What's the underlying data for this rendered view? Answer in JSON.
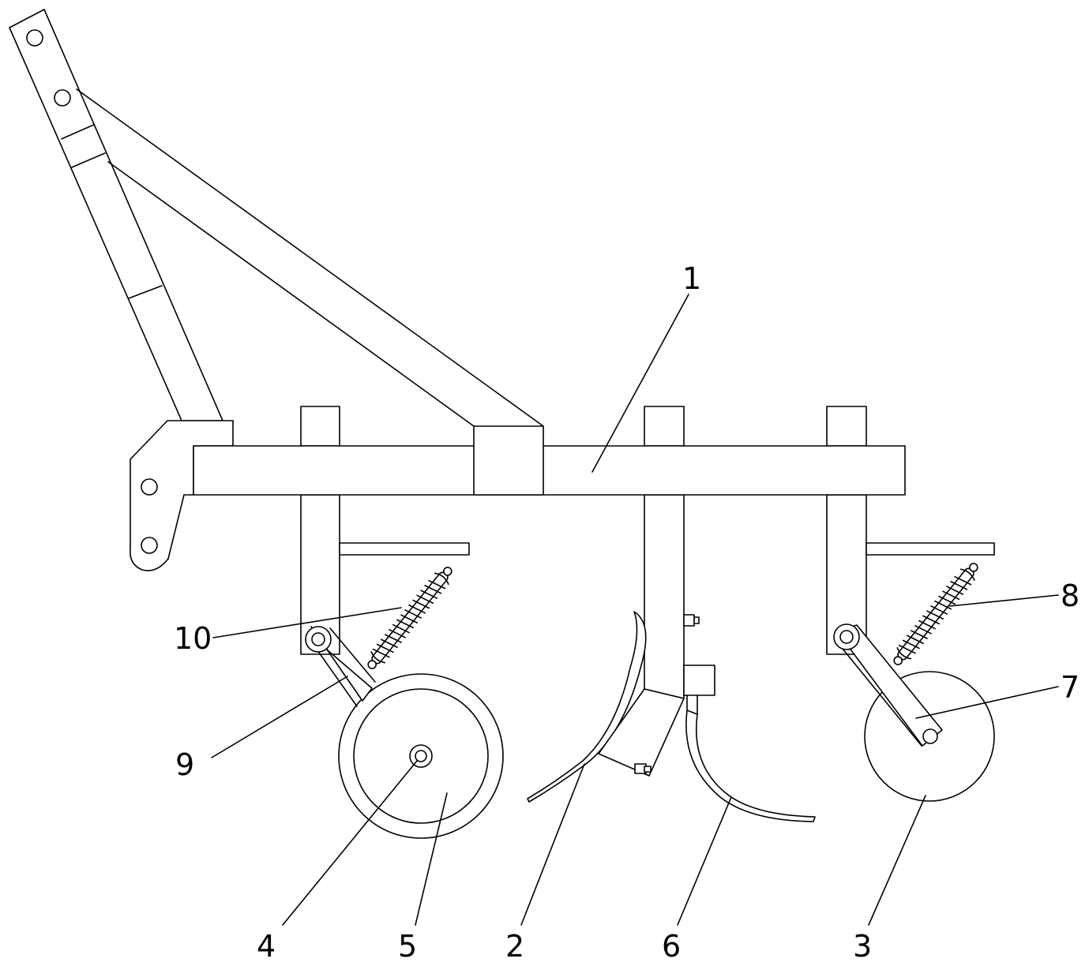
{
  "figure": {
    "labels": {
      "frame": "1",
      "shovel_coulter": "2",
      "rear_press_wheel": "3",
      "axle": "4",
      "front_gauge_wheel": "5",
      "curved_tine": "6",
      "rear_pivot_arm": "7",
      "rear_spring": "8",
      "front_pivot_arm": "9",
      "front_spring": "10"
    }
  }
}
